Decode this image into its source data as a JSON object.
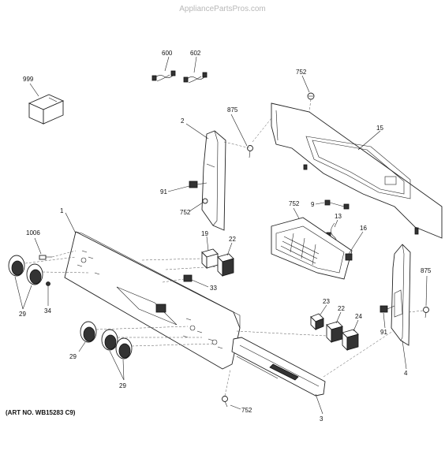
{
  "watermark": "AppliancePartsPros.com",
  "art_number": "(ART NO. WB15283 C9)",
  "callouts": {
    "c999": "999",
    "c600": "600",
    "c602": "602",
    "c752a": "752",
    "c875a": "875",
    "c15": "15",
    "c2": "2",
    "c91a": "91",
    "c752b": "752",
    "c752c": "752",
    "c9": "9",
    "c13": "13",
    "c16": "16",
    "c1": "1",
    "c1006": "1006",
    "c19": "19",
    "c22a": "22",
    "c33": "33",
    "c29a": "29",
    "c34": "34",
    "c875b": "875",
    "c23": "23",
    "c22b": "22",
    "c24": "24",
    "c91b": "91",
    "c4": "4",
    "c29b": "29",
    "c29c": "29",
    "c752d": "752",
    "c3": "3"
  }
}
